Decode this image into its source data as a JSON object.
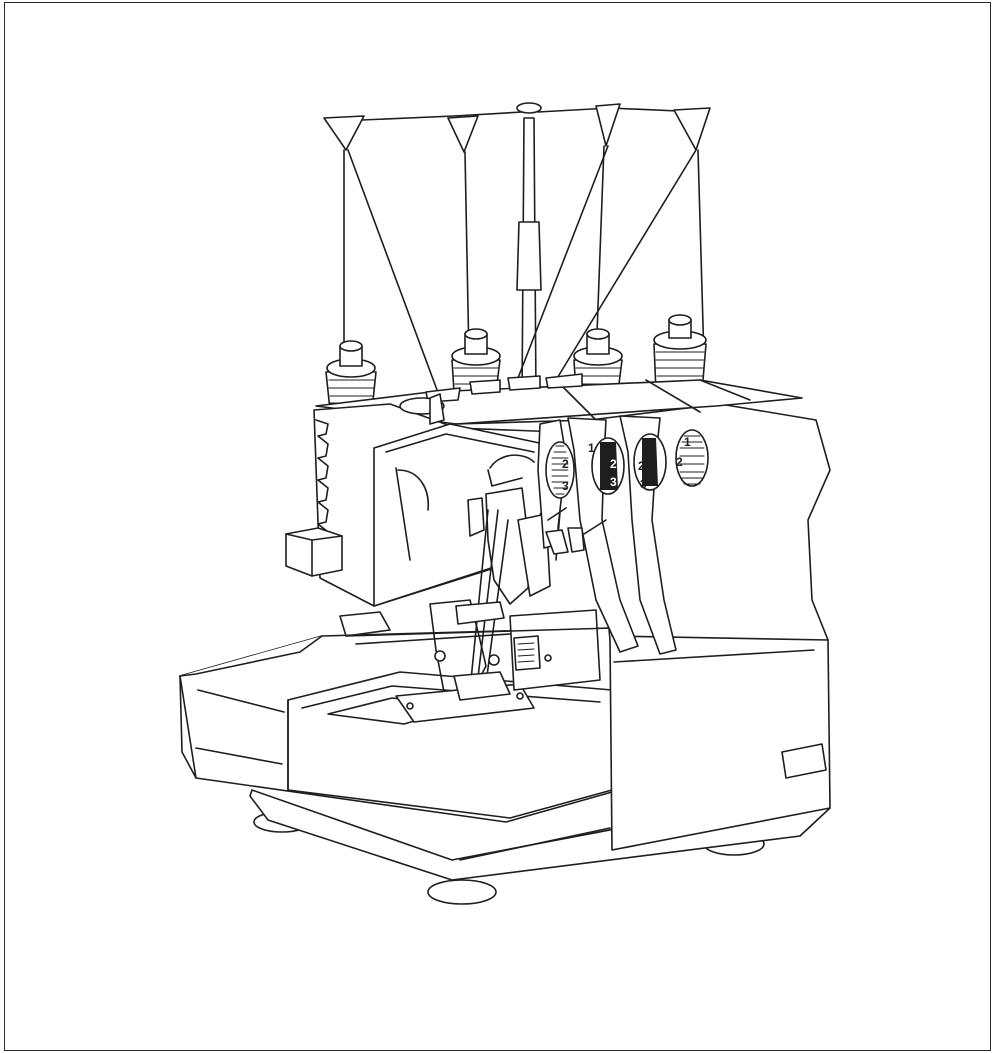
{
  "illustration": {
    "subject": "serger-overlock-machine",
    "style": "black line art on white",
    "spool_count": 4,
    "thread_guide_count": 4,
    "tension_dials": [
      {
        "name": "dial-1",
        "labels": [
          "2",
          "3"
        ]
      },
      {
        "name": "dial-2",
        "labels": [
          "1",
          "2",
          "3"
        ]
      },
      {
        "name": "dial-3",
        "labels": [
          "2",
          "3"
        ]
      },
      {
        "name": "dial-4",
        "labels": [
          "1",
          "2"
        ]
      }
    ]
  },
  "colors": {
    "line": "#1e1e1e",
    "background": "#ffffff"
  }
}
